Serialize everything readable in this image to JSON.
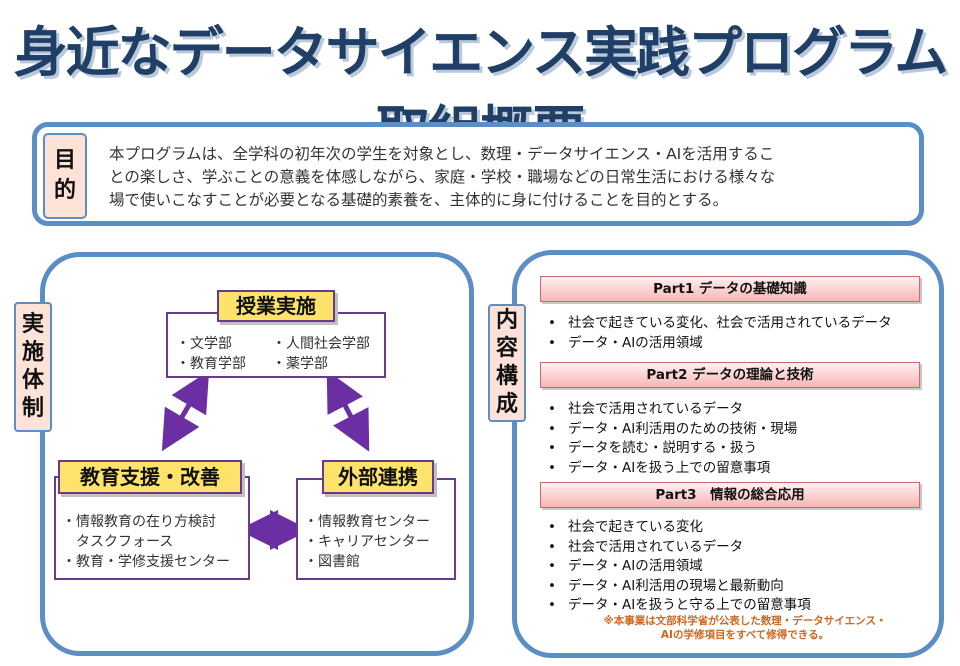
{
  "title": "身近なデータサイエンス実践プログラム取組概要",
  "purpose": {
    "tag": [
      "目",
      "的"
    ],
    "lines": [
      "本プログラムは、全学科の初年次の学生を対象とし、数理・データサイエンス・AIを活用するこ",
      "との楽しさ、学ぶことの意義を体感しながら、家庭・学校・職場などの日常生活における様々な",
      "場で使いこなすことが必要となる基礎的素養を、主体的に身に付けることを目的とする。"
    ]
  },
  "structure": {
    "tag": [
      "実",
      "施",
      "体",
      "制"
    ],
    "classes": {
      "label": "授業実施",
      "col1": [
        "・文学部",
        "・教育学部"
      ],
      "col2": [
        "・人間社会学部",
        "・薬学部"
      ]
    },
    "support": {
      "label": "教育支援・改善",
      "items": [
        "・情報教育の在り方検討",
        "　タスクフォース",
        "・教育・学修支援センター"
      ]
    },
    "external": {
      "label": "外部連携",
      "items": [
        "・情報教育センター",
        "・キャリアセンター",
        "・図書館"
      ]
    }
  },
  "content": {
    "tag": [
      "内",
      "容",
      "構",
      "成"
    ],
    "parts": [
      {
        "title": "Part1 データの基礎知識",
        "items": [
          "社会で起きている変化、社会で活用されているデータ",
          "データ・AIの活用領域"
        ]
      },
      {
        "title": "Part2 データの理論と技術",
        "items": [
          "社会で活用されているデータ",
          "データ・AI利活用のための技術・現場",
          "データを読む・説明する・扱う",
          "データ・AIを扱う上での留意事項"
        ]
      },
      {
        "title": "Part3　情報の総合応用",
        "items": [
          "社会で起きている変化",
          "社会で活用されているデータ",
          "データ・AIの活用領域",
          "データ・AI利活用の現場と最新動向",
          "データ・AIを扱うと守る上での留意事項"
        ]
      }
    ],
    "note": [
      "※本事業は文部科学省が公表した数理・データサイエンス・",
      "AIの学修項目をすべて修得できる。"
    ]
  },
  "colors": {
    "title": "#1f3f66",
    "frame": "#5b8ec4",
    "tag_bg": "#fde2d8",
    "org_border": "#6a3a8c",
    "label_bg": "#fde36b",
    "arrow": "#6b2fa3",
    "note": "#d0671f"
  }
}
